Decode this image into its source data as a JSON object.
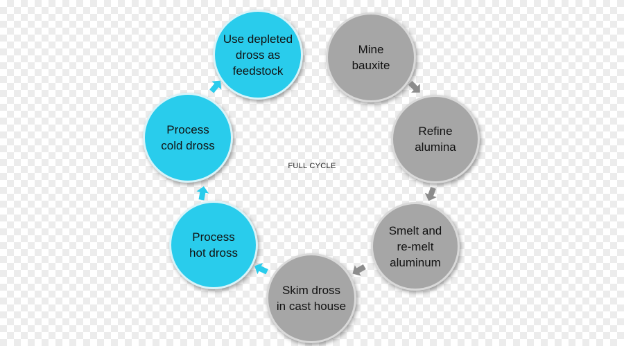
{
  "diagram": {
    "center_label": "FULL CYCLE",
    "nodes": {
      "mine_bauxite": "Mine\nbauxite",
      "refine_alumina": "Refine\nalumina",
      "smelt_remelt": "Smelt and\nre-melt\naluminum",
      "skim_dross": "Skim dross\nin cast house",
      "process_hot": "Process\nhot dross",
      "process_cold": "Process\ncold dross",
      "use_depleted": "Use depleted\ndross as\nfeedstock"
    },
    "colors": {
      "gray_node": "#a6a6a6",
      "blue_node": "#29ccec",
      "gray_arrow": "#8c8c8c",
      "blue_arrow": "#29ccec"
    }
  }
}
